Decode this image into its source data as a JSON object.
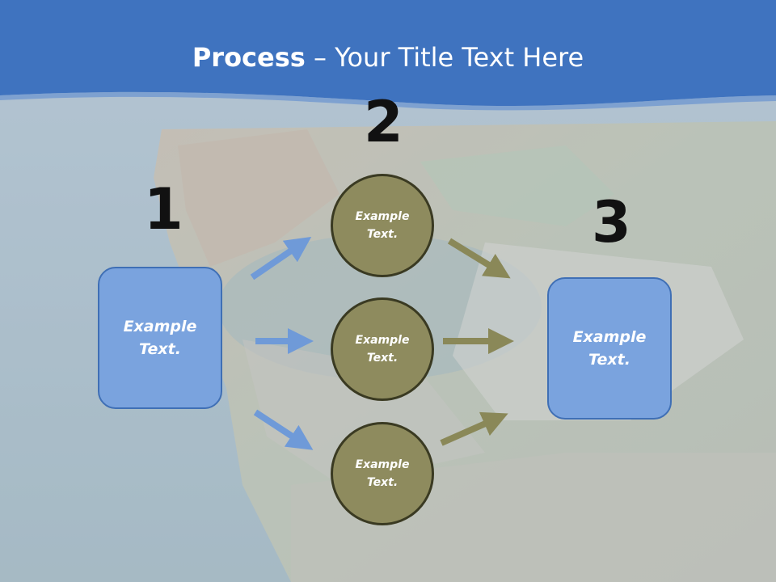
{
  "title": {
    "bold": "Process",
    "rest": " – Your Title Text Here"
  },
  "steps": {
    "one": "1",
    "two": "2",
    "three": "3"
  },
  "left_box": {
    "label": "Example Text."
  },
  "right_box": {
    "label": "Example Text."
  },
  "circles": [
    {
      "label": "Example Text."
    },
    {
      "label": "Example Text."
    },
    {
      "label": "Example Text."
    }
  ],
  "colors": {
    "header_blue": "#3f73bf",
    "box_blue": "#7aa3de",
    "circle_olive": "#8e8b5e",
    "arrow_blue": "#6f9ad8",
    "arrow_olive": "#8a8858"
  }
}
